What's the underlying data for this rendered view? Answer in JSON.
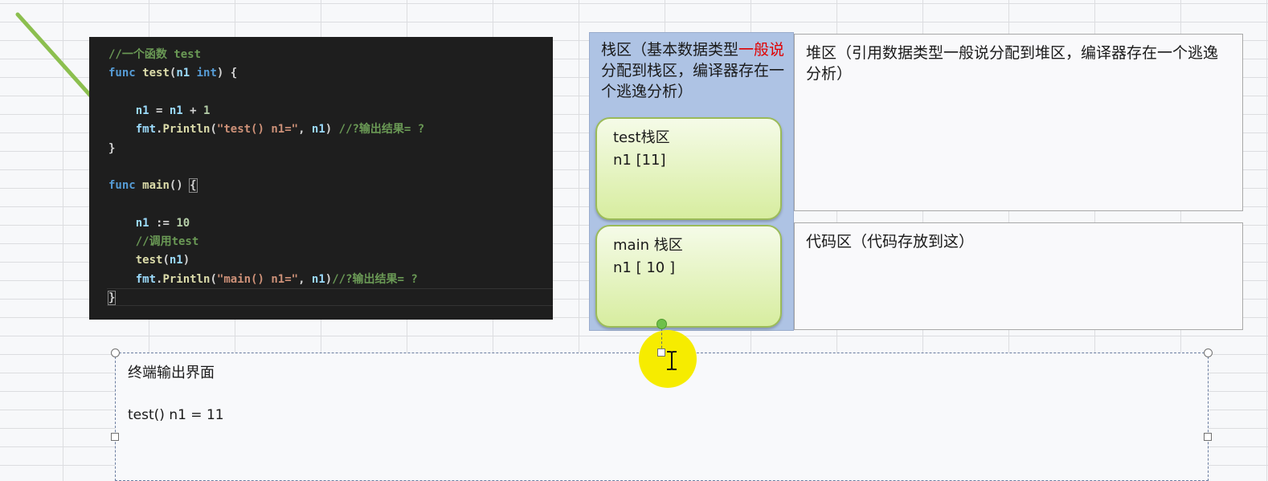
{
  "code": {
    "lines": [
      [
        {
          "t": "//一个函数 test",
          "c": "cm"
        }
      ],
      [
        {
          "t": "func ",
          "c": "kw"
        },
        {
          "t": "test",
          "c": "fn"
        },
        {
          "t": "(",
          "c": "plain"
        },
        {
          "t": "n1 ",
          "c": "var"
        },
        {
          "t": "int",
          "c": "kw"
        },
        {
          "t": ") {",
          "c": "plain"
        }
      ],
      [],
      [
        {
          "t": "    n1 ",
          "c": "var"
        },
        {
          "t": "= ",
          "c": "plain"
        },
        {
          "t": "n1 ",
          "c": "var"
        },
        {
          "t": "+ ",
          "c": "plain"
        },
        {
          "t": "1",
          "c": "num"
        }
      ],
      [
        {
          "t": "    fmt",
          "c": "var"
        },
        {
          "t": ".",
          "c": "plain"
        },
        {
          "t": "Println",
          "c": "fn"
        },
        {
          "t": "(",
          "c": "plain"
        },
        {
          "t": "\"test() n1=\"",
          "c": "str"
        },
        {
          "t": ", ",
          "c": "plain"
        },
        {
          "t": "n1",
          "c": "var"
        },
        {
          "t": ") ",
          "c": "plain"
        },
        {
          "t": "//?输出结果= ?",
          "c": "cm"
        }
      ],
      [
        {
          "t": "}",
          "c": "plain"
        }
      ],
      [],
      [
        {
          "t": "func ",
          "c": "kw"
        },
        {
          "t": "main",
          "c": "fn"
        },
        {
          "t": "() ",
          "c": "plain"
        },
        {
          "t": "{",
          "c": "plain",
          "b": 1
        }
      ],
      [],
      [
        {
          "t": "    n1 ",
          "c": "var"
        },
        {
          "t": ":= ",
          "c": "plain"
        },
        {
          "t": "10",
          "c": "num"
        }
      ],
      [
        {
          "t": "    //调用test",
          "c": "cm"
        }
      ],
      [
        {
          "t": "    test",
          "c": "fn"
        },
        {
          "t": "(",
          "c": "plain"
        },
        {
          "t": "n1",
          "c": "var"
        },
        {
          "t": ")",
          "c": "plain"
        }
      ],
      [
        {
          "t": "    fmt",
          "c": "var"
        },
        {
          "t": ".",
          "c": "plain"
        },
        {
          "t": "Println",
          "c": "fn"
        },
        {
          "t": "(",
          "c": "plain"
        },
        {
          "t": "\"main() n1=\"",
          "c": "str"
        },
        {
          "t": ", ",
          "c": "plain"
        },
        {
          "t": "n1",
          "c": "var"
        },
        {
          "t": ")",
          "c": "plain"
        },
        {
          "t": "//?输出结果= ?",
          "c": "cm"
        }
      ],
      [
        {
          "t": "}",
          "c": "plain",
          "b": 1
        }
      ]
    ]
  },
  "stack": {
    "title_part1": "栈区（基本数据类型",
    "title_red": "一般说",
    "title_part2": "分配到栈区，编译器存在一个逃逸分析）",
    "frames": [
      {
        "name": "test栈区",
        "var": "n1 [11]"
      },
      {
        "name": "main 栈区",
        "var": "n1  [ 10 ]"
      }
    ]
  },
  "heap": {
    "title": "堆区（引用数据类型一般说分配到堆区，编译器存在一个逃逸分析）"
  },
  "code_area": {
    "title": "代码区（代码存放到这）"
  },
  "terminal": {
    "title": "终端输出界面",
    "output": "test() n1 = 11"
  },
  "colors": {
    "arrow": "#8cbf4f",
    "highlight": "#f6ec00",
    "stack_bg": "#aec3e4",
    "frame_border": "#9bbb59",
    "code_bg": "#1e1e1e"
  },
  "icons": {
    "cursor": "text-cursor-icon",
    "arrow": "pointer-arrow-icon"
  }
}
